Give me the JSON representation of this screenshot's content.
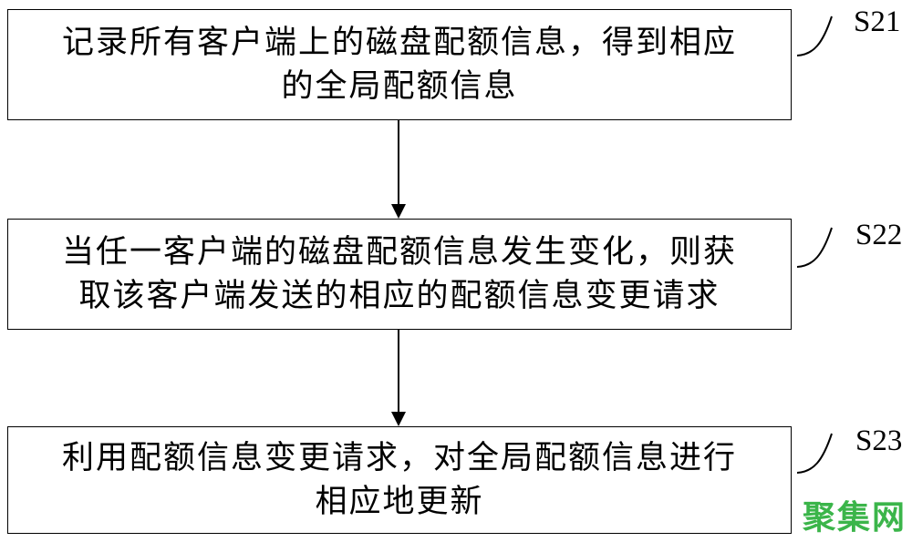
{
  "figure": {
    "steps": [
      {
        "id": "S21",
        "line1": "记录所有客户端上的磁盘配额信息，得到相应",
        "line2": "的全局配额信息"
      },
      {
        "id": "S22",
        "line1": "当任一客户端的磁盘配额信息发生变化，则获",
        "line2": "取该客户端发送的相应的配额信息变更请求"
      },
      {
        "id": "S23",
        "line1": "利用配额信息变更请求，对全局配额信息进行",
        "line2": "相应地更新"
      }
    ],
    "watermark": "聚集网",
    "colors": {
      "watermark_green": "#3bb54a",
      "line_black": "#000000",
      "background": "#ffffff"
    }
  }
}
